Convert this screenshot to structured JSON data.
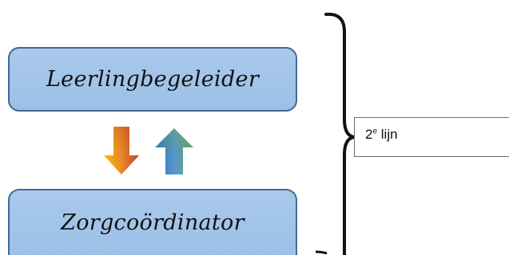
{
  "diagram": {
    "top_role": "Leerlingbegeleider",
    "bottom_role": "Zorgcoördinator",
    "level": {
      "number": "2",
      "superscript": "e",
      "word": "lijn"
    },
    "arrows": {
      "down": {
        "meaning": "downward arrow",
        "colors": [
          "#f5c400",
          "#e8872a",
          "#c0392b"
        ]
      },
      "up": {
        "meaning": "upward arrow",
        "colors": [
          "#2e74b5",
          "#5b9bd5",
          "#70ad47"
        ]
      }
    },
    "colors": {
      "box_fill": "#a9c9ec",
      "box_border": "#3d6a98",
      "brace": "#111111"
    }
  }
}
